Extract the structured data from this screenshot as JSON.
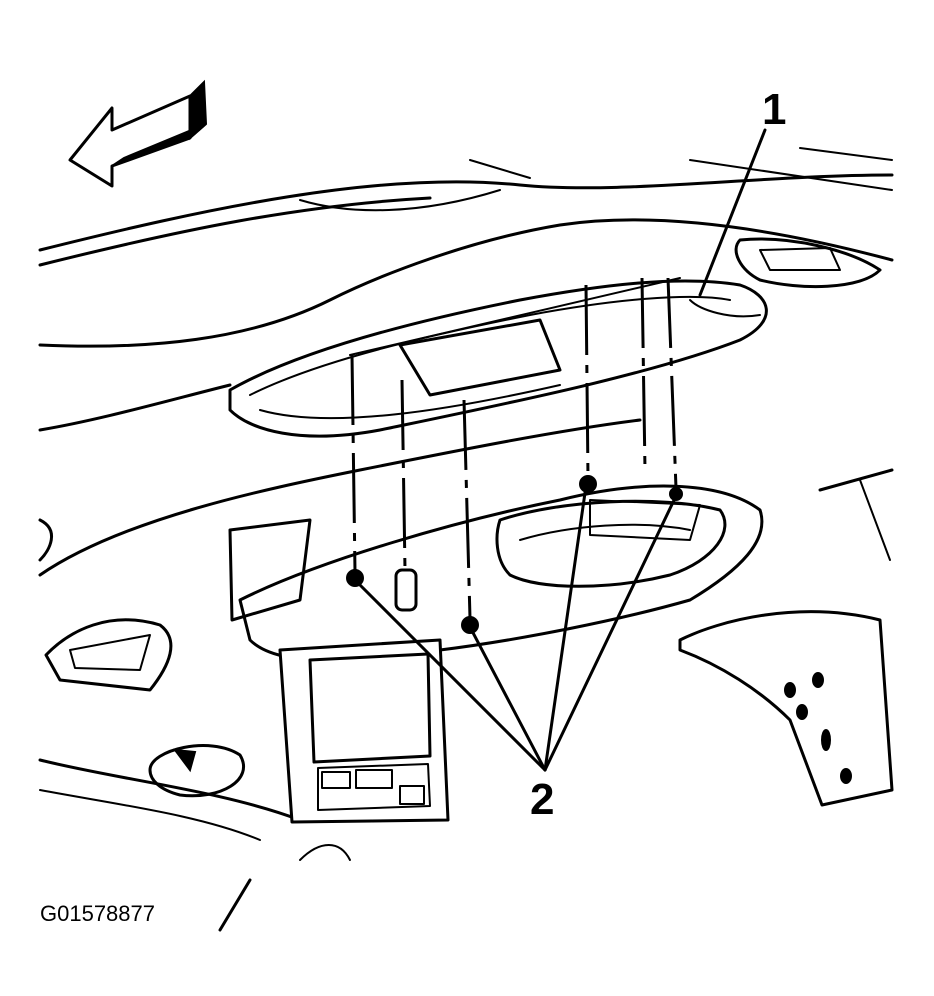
{
  "figure": {
    "callouts": [
      {
        "id": "1",
        "label": "1"
      },
      {
        "id": "2",
        "label": "2"
      }
    ],
    "figure_id": "G01578877"
  },
  "icons": {
    "direction_arrow": "front-direction-arrow-icon"
  }
}
